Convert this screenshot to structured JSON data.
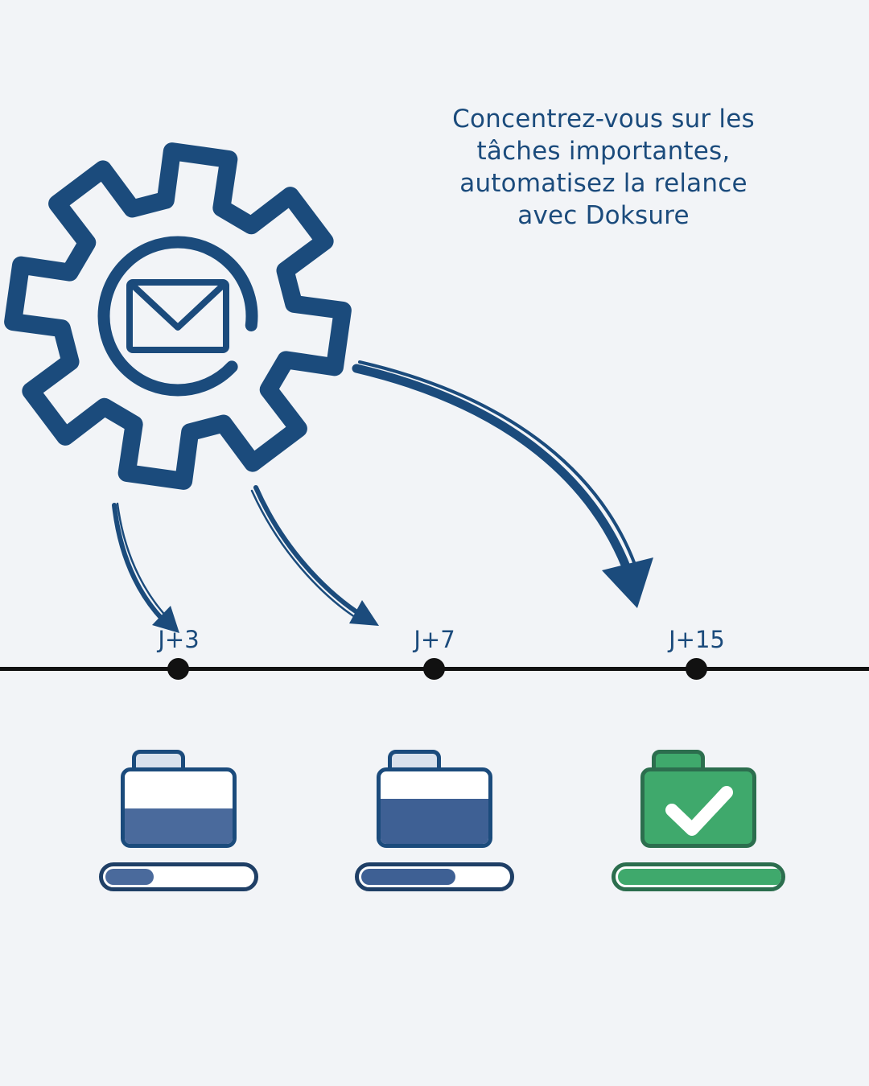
{
  "headline": {
    "lines": [
      "Concentrez-vous sur les",
      "tâches importantes,",
      "automatisez la relance",
      "avec Doksure"
    ]
  },
  "timeline": {
    "milestones": [
      {
        "label": "J+3",
        "progress": 32
      },
      {
        "label": "J+7",
        "progress": 62
      },
      {
        "label": "J+15",
        "progress": 100
      }
    ]
  },
  "icons": {
    "gear": "gear-icon",
    "envelope": "envelope-icon",
    "check": "check-icon",
    "folders": [
      "folder-partial",
      "folder-half",
      "folder-complete"
    ],
    "arrows": [
      "curved-arrow-short",
      "curved-arrow-medium",
      "curved-arrow-long"
    ]
  },
  "colors": {
    "navy": "#1b4b7c",
    "steel_blue": "#4a6a9c",
    "deep_blue": "#3e6094",
    "green": "#3fa96c",
    "dark_green": "#2c6e4e",
    "timeline": "#111111",
    "background": "#f2f4f7"
  }
}
